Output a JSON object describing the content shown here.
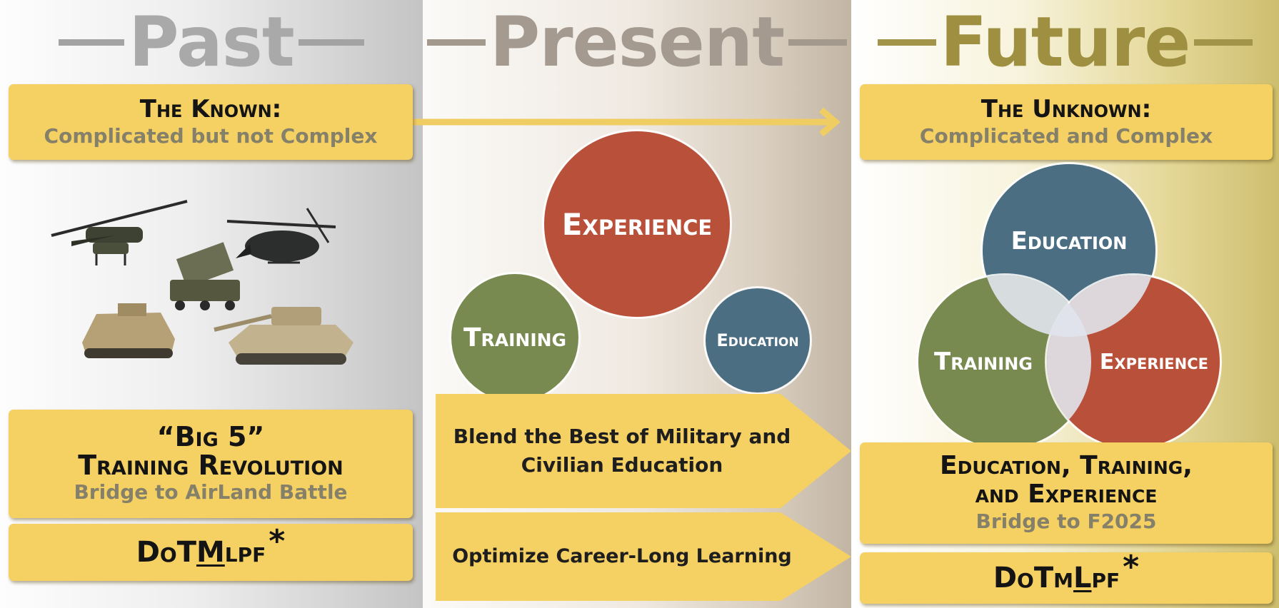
{
  "past": {
    "title": "Past",
    "known_title": "The Known:",
    "known_subtitle": "Complicated but not Complex",
    "big5_title": "“Big 5”",
    "big5_line2": "Training Revolution",
    "big5_subtitle": "Bridge to AirLand Battle",
    "dotm_prefix": "DoT",
    "dotm_emph": "M",
    "dotm_suffix": "lpf",
    "dotm_mark": "*"
  },
  "present": {
    "title": "Present",
    "circles": {
      "experience": "Experience",
      "training": "Training",
      "education": "Education"
    },
    "arrow_blend": "Blend the Best of Military and Civilian Education",
    "arrow_optimize": "Optimize Career-Long Learning"
  },
  "future": {
    "title": "Future",
    "unknown_title": "The Unknown:",
    "unknown_subtitle": "Complicated and Complex",
    "circles": {
      "education": "Education",
      "training": "Training",
      "experience": "Experience"
    },
    "ete_line1": "Education, Training,",
    "ete_line2": "and Experience",
    "ete_subtitle": "Bridge to F2025",
    "dotm_prefix": "DoTm",
    "dotm_emph": "L",
    "dotm_suffix": "pf",
    "dotm_mark": "*"
  },
  "colors": {
    "box_fill": "#f5d062",
    "experience": "#b8503a",
    "training": "#788a4f",
    "education": "#4b6e83",
    "past_header": "#a9a9a9",
    "present_header": "#a49a8f",
    "future_header": "#9e9040"
  },
  "icons": [
    "apache-helicopter-icon",
    "patriot-launcher-icon",
    "blackhawk-helicopter-icon",
    "bradley-vehicle-icon",
    "abrams-tank-icon"
  ]
}
